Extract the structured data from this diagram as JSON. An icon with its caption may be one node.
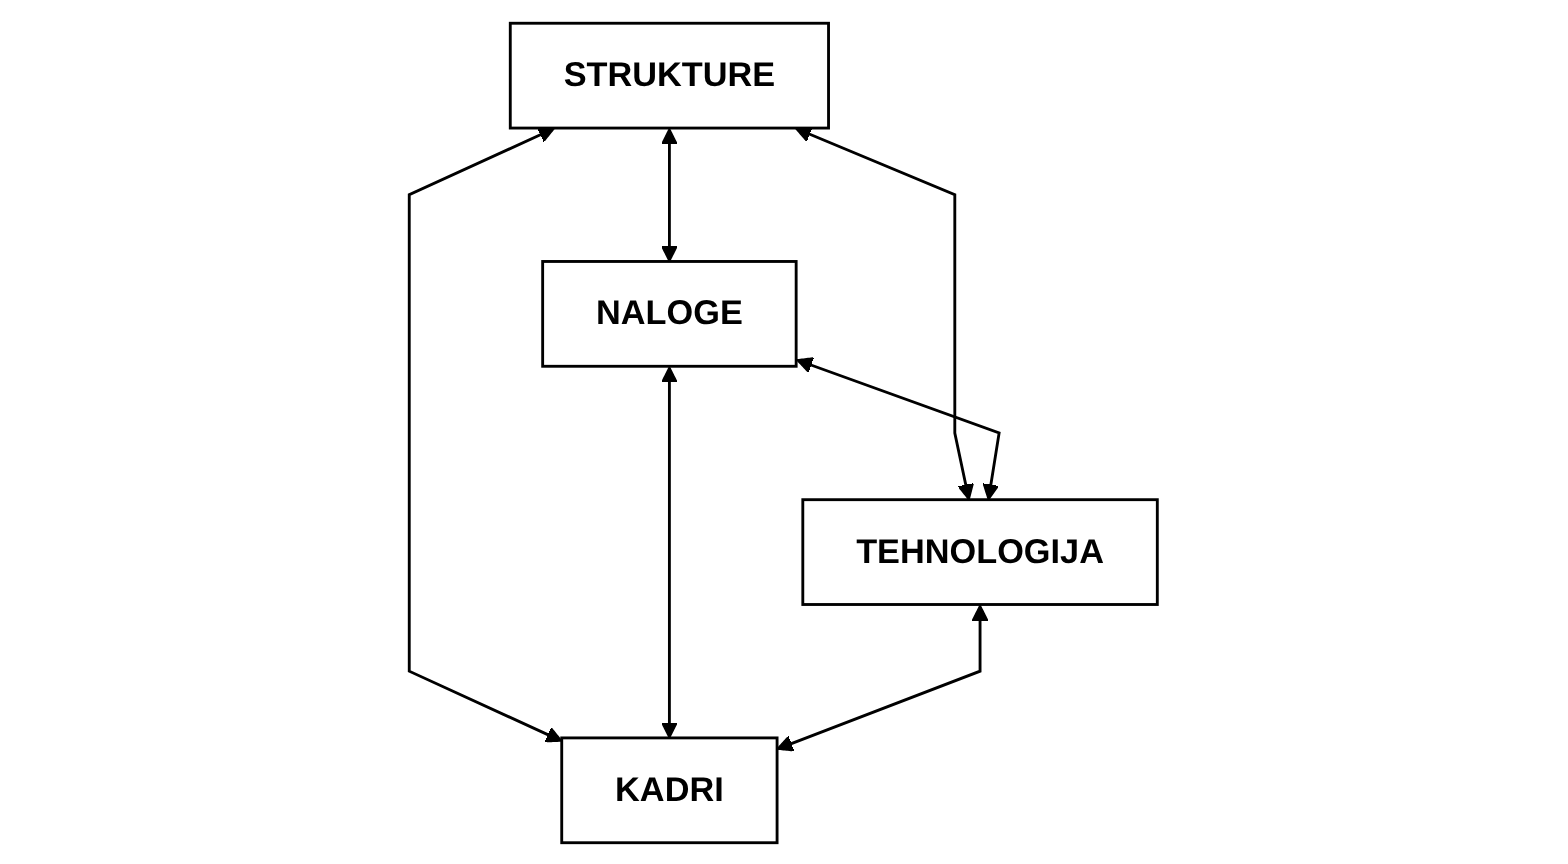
{
  "diagram": {
    "nodes": [
      {
        "text": [
          "STRUKTURE"
        ]
      },
      {
        "text": [
          "NALOGE"
        ]
      },
      {
        "text": [
          "TEHNOLOGIJA"
        ]
      },
      {
        "text": [
          "KADRI"
        ]
      }
    ],
    "edges": [
      {
        "from": 0,
        "to": 1,
        "arrow": "both"
      },
      {
        "from": 0,
        "to": 2,
        "arrow": "both"
      },
      {
        "from": 0,
        "to": 3,
        "arrow": "both"
      },
      {
        "from": 1,
        "to": 2,
        "arrow": "both"
      },
      {
        "from": 1,
        "to": 3,
        "arrow": "both"
      },
      {
        "from": 2,
        "to": 3,
        "arrow": "both"
      }
    ]
  }
}
